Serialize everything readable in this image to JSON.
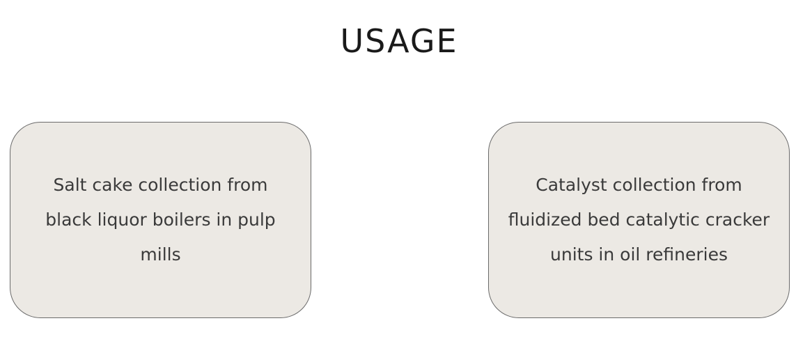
{
  "title": "USAGE",
  "cards": [
    {
      "text": "Salt cake collection from black liquor boilers in pulp mills"
    },
    {
      "text": "Catalyst collection from fluidized bed catalytic cracker units in oil refineries"
    }
  ]
}
